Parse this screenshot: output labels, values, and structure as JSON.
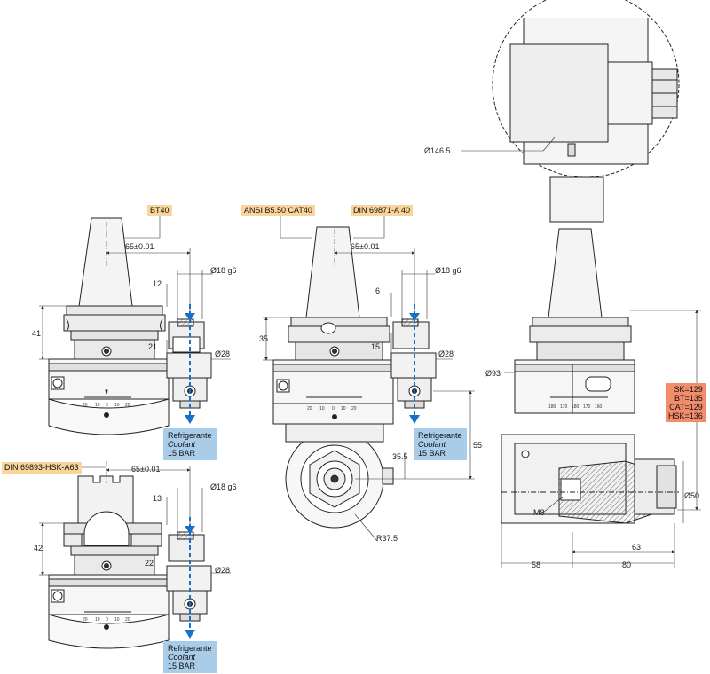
{
  "labels": {
    "bt40": "BT40",
    "ansi": "ANSI B5.50 CAT40",
    "din69871": "DIN 69871-A 40",
    "din69893": "DIN 69893-HSK-A63"
  },
  "coolant": {
    "line1": "Refrigerante",
    "line2": "Coolant",
    "line3": "15 BAR"
  },
  "dims": {
    "d65": "65±0.01",
    "d18g6": "Ø18 g6",
    "d12": "12",
    "d41": "41",
    "d21": "21",
    "d28": "Ø28",
    "d6": "6",
    "d35": "35",
    "d15": "15",
    "d55": "55",
    "d35_5": "35.5",
    "r37_5": "R37.5",
    "d13": "13",
    "d42": "42",
    "d22": "22",
    "d146_5": "Ø146.5",
    "d93": "Ø93",
    "d50": "Ø50",
    "m8": "M8",
    "d63": "63",
    "d58": "58",
    "d80": "80"
  },
  "scale_ticks": [
    "20",
    "10",
    "0",
    "10",
    "20"
  ],
  "scale_ticks_b": [
    "180",
    "170",
    "180",
    "170",
    "160"
  ],
  "lengths": {
    "sk": "SK=129",
    "bt": "BT=135",
    "cat": "CAT=129",
    "hsk": "HSK=136"
  },
  "colors": {
    "arrow": "#1a6fc9",
    "coolant_bg": "#a9cce9",
    "tag_bg": "#f9d59b",
    "length_bg": "#f28d6c"
  }
}
